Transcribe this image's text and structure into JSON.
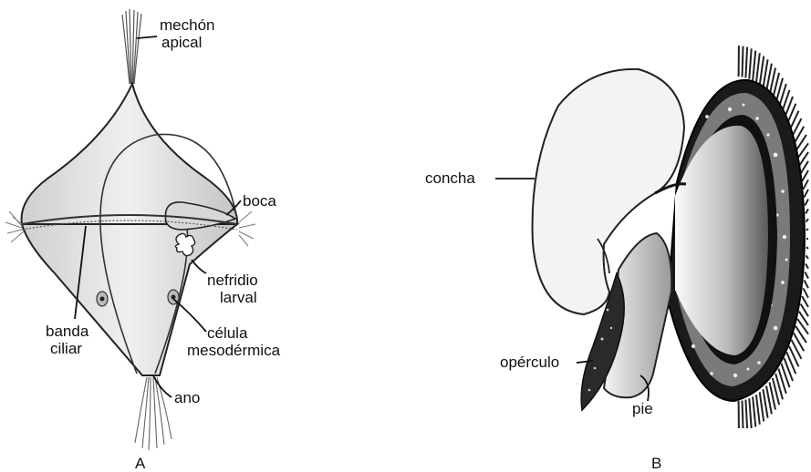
{
  "panels": {
    "a": {
      "letter": "A",
      "labels": {
        "mechon_line1": "mechón",
        "mechon_line2": "apical",
        "boca": "boca",
        "nefridio_line1": "nefridio",
        "nefridio_line2": "larval",
        "banda_line1": "banda",
        "banda_line2": "ciliar",
        "celula_line1": "célula",
        "celula_line2": "mesodérmica",
        "ano": "ano"
      }
    },
    "b": {
      "letter": "B",
      "labels": {
        "concha": "concha",
        "operculo": "opérculo",
        "pie": "pie"
      }
    }
  },
  "colors": {
    "ink": "#111111",
    "larva_fill": "#e6e6e6",
    "shell_fill": "#f2f2f2",
    "velum_dark": "#1a1a1a"
  }
}
